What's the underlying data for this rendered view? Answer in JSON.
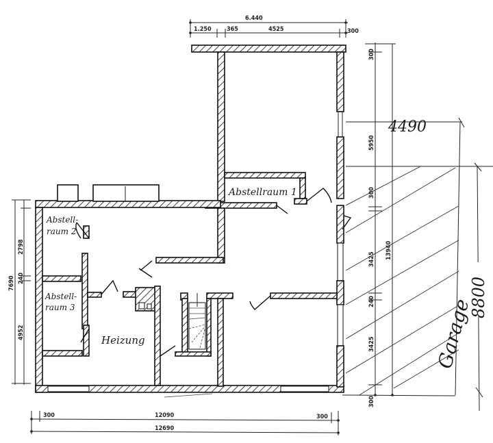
{
  "drawing": {
    "type": "floor plan (basement)",
    "rooms": [
      {
        "id": "abstellraum1",
        "label": "Abstellraum 1"
      },
      {
        "id": "abstellraum2",
        "label_line1": "Abstell-",
        "label_line2": "raum 2"
      },
      {
        "id": "abstellraum3",
        "label_line1": "Abstell-",
        "label_line2": "raum 3"
      },
      {
        "id": "heizung",
        "label": "Heizung"
      },
      {
        "id": "garage",
        "label": "Garage"
      }
    ],
    "dimensions": {
      "top_total": "6.440",
      "top_segments": [
        "1.250",
        "365",
        "4525",
        "300"
      ],
      "right_segments": [
        "300",
        "5950",
        "300",
        "3425",
        "240",
        "3425",
        "300"
      ],
      "right_total": "13940",
      "garage_width": "4490",
      "garage_length": "8800",
      "left_total": "7690",
      "left_segments": [
        "2798",
        "240",
        "4952"
      ],
      "bottom_segments": [
        "300",
        "12090",
        "300"
      ],
      "bottom_total": "12690"
    }
  }
}
